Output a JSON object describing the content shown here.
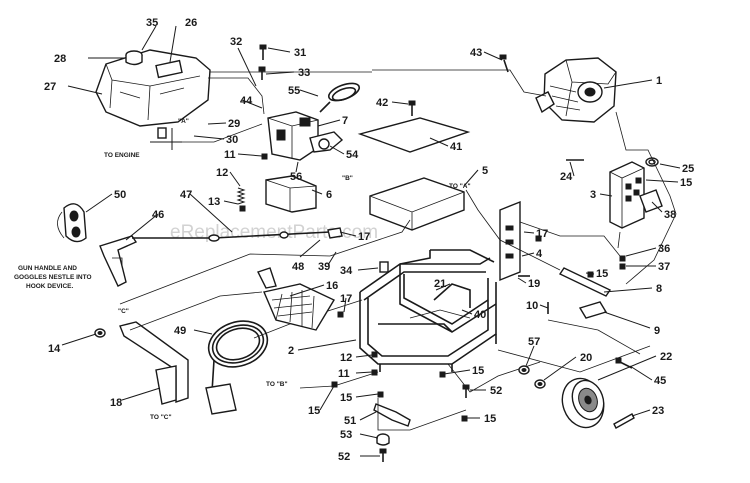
{
  "watermark": "eReplacementParts.com",
  "notes": {
    "to_engine": "TO ENGINE",
    "gun_handle_line1": "GUN HANDLE AND",
    "gun_handle_line2": "GOGGLES NESTLE INTO",
    "gun_handle_line3": "HOOK DEVICE.",
    "a_29": "\"A\"",
    "b_54": "\"B\"",
    "to_a": "TO \"A\"",
    "c_46": "\"C\"",
    "to_b": "TO \"B\"",
    "to_c": "TO \"C\""
  },
  "labels": [
    {
      "id": "l35",
      "text": "35"
    },
    {
      "id": "l26",
      "text": "26"
    },
    {
      "id": "l28",
      "text": "28"
    },
    {
      "id": "l27",
      "text": "27"
    },
    {
      "id": "l32",
      "text": "32"
    },
    {
      "id": "l31",
      "text": "31"
    },
    {
      "id": "l33",
      "text": "33"
    },
    {
      "id": "l55",
      "text": "55"
    },
    {
      "id": "l44",
      "text": "44"
    },
    {
      "id": "l29",
      "text": "29"
    },
    {
      "id": "l30",
      "text": "30"
    },
    {
      "id": "l7",
      "text": "7"
    },
    {
      "id": "l11a",
      "text": "11"
    },
    {
      "id": "l54",
      "text": "54"
    },
    {
      "id": "l12a",
      "text": "12"
    },
    {
      "id": "l56",
      "text": "56"
    },
    {
      "id": "l6",
      "text": "6"
    },
    {
      "id": "l13",
      "text": "13"
    },
    {
      "id": "l43",
      "text": "43"
    },
    {
      "id": "l1",
      "text": "1"
    },
    {
      "id": "l42",
      "text": "42"
    },
    {
      "id": "l41",
      "text": "41"
    },
    {
      "id": "l5",
      "text": "5"
    },
    {
      "id": "l24",
      "text": "24"
    },
    {
      "id": "l25",
      "text": "25"
    },
    {
      "id": "l15a",
      "text": "15"
    },
    {
      "id": "l3",
      "text": "3"
    },
    {
      "id": "l38",
      "text": "38"
    },
    {
      "id": "l50",
      "text": "50"
    },
    {
      "id": "l47",
      "text": "47"
    },
    {
      "id": "l46",
      "text": "46"
    },
    {
      "id": "l17a",
      "text": "17"
    },
    {
      "id": "l17b",
      "text": "17"
    },
    {
      "id": "l4",
      "text": "4"
    },
    {
      "id": "l36",
      "text": "36"
    },
    {
      "id": "l37",
      "text": "37"
    },
    {
      "id": "l48",
      "text": "48"
    },
    {
      "id": "l39",
      "text": "39"
    },
    {
      "id": "l34",
      "text": "34"
    },
    {
      "id": "l19",
      "text": "19"
    },
    {
      "id": "l15b",
      "text": "15"
    },
    {
      "id": "l8",
      "text": "8"
    },
    {
      "id": "l16",
      "text": "16"
    },
    {
      "id": "l17c",
      "text": "17"
    },
    {
      "id": "l21",
      "text": "21"
    },
    {
      "id": "l10",
      "text": "10"
    },
    {
      "id": "l9",
      "text": "9"
    },
    {
      "id": "l49",
      "text": "49"
    },
    {
      "id": "l40",
      "text": "40"
    },
    {
      "id": "l14",
      "text": "14"
    },
    {
      "id": "l2",
      "text": "2"
    },
    {
      "id": "l12b",
      "text": "12"
    },
    {
      "id": "l57",
      "text": "57"
    },
    {
      "id": "l20",
      "text": "20"
    },
    {
      "id": "l22",
      "text": "22"
    },
    {
      "id": "l11b",
      "text": "11"
    },
    {
      "id": "l15c",
      "text": "15"
    },
    {
      "id": "l45",
      "text": "45"
    },
    {
      "id": "l18",
      "text": "18"
    },
    {
      "id": "l15d",
      "text": "15"
    },
    {
      "id": "l52a",
      "text": "52"
    },
    {
      "id": "l15e",
      "text": "15"
    },
    {
      "id": "l51",
      "text": "51"
    },
    {
      "id": "l15f",
      "text": "15"
    },
    {
      "id": "l23",
      "text": "23"
    },
    {
      "id": "l53",
      "text": "53"
    },
    {
      "id": "l52b",
      "text": "52"
    }
  ]
}
